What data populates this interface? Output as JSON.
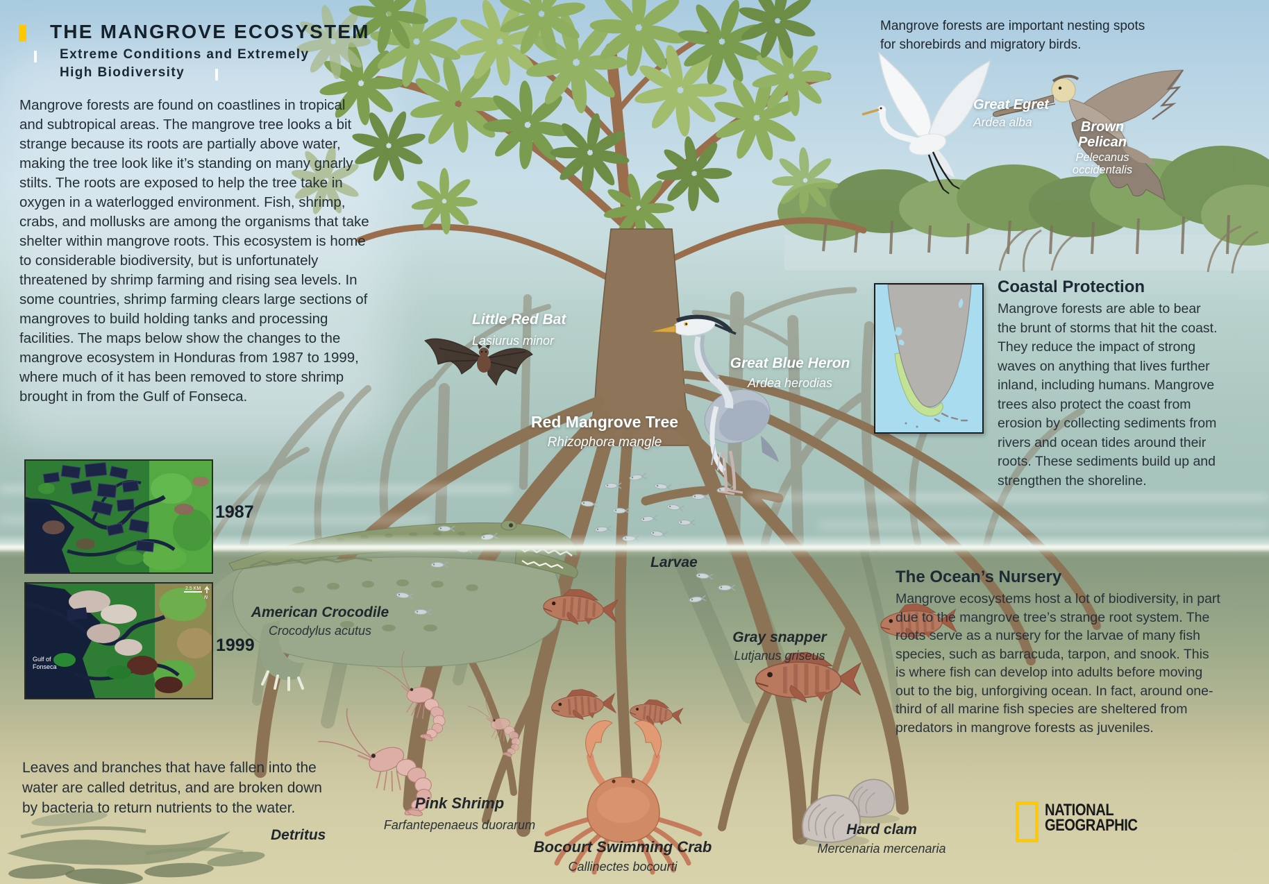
{
  "colors": {
    "accent_yellow": "#FFC800",
    "title_dark": "#15222C",
    "body_text": "#28323A",
    "white_label": "#FFFFFF",
    "water_teal": "#A9C6BF",
    "sand": "#D6D1A8",
    "map_green": "#2E7A33",
    "map_water": "#15203C",
    "florida_sea": "#A9DCEE",
    "florida_land": "#B4B2AE",
    "florida_coast_green": "#C4E296"
  },
  "header": {
    "title": "THE MANGROVE ECOSYSTEM",
    "subtitle_line1": "Extreme Conditions and Extremely",
    "subtitle_line2": "High Biodiversity"
  },
  "intro": "Mangrove forests are found on coastlines in tropical and subtropical areas. The mangrove tree looks a bit strange because its roots are partially above water, making the tree look like it’s standing on many gnarly stilts. The roots are exposed to help the tree take in oxygen in a waterlogged environment. Fish, shrimp, crabs, and mollusks are among the organisms that take shelter within mangrove roots. This ecosystem is home to considerable biodiversity, but is unfortunately threatened by shrimp farming and rising sea levels. In some countries, shrimp farming clears large sections of mangroves to build holding tanks and processing facilities. The maps below show the changes to the mangrove ecosystem in Honduras from 1987 to 1999, where much of it has been removed to store shrimp brought in from the Gulf of Fonseca.",
  "nesting_note": "Mangrove forests are important nesting spots for shorebirds and migratory birds.",
  "sections": {
    "coastal_protection": {
      "title": "Coastal Protection",
      "body": "Mangrove forests are able to bear the brunt of storms that hit the coast. They reduce the impact of strong waves on anything that lives further inland, including humans. Mangrove trees also protect the coast from erosion by collecting sediments from rivers and ocean tides around their roots. These sediments build up and strengthen the shoreline."
    },
    "oceans_nursery": {
      "title": "The Ocean’s Nursery",
      "body": "Mangrove ecosystems host a lot of biodiversity, in part due to the mangrove tree’s strange root system. The roots serve as a nursery for the larvae of many fish species, such as barracuda, tarpon, and snook. This is where fish can develop into adults before moving out to the big, unforgiving ocean. In fact, around one-third of all marine fish species are sheltered from predators in mangrove forests as juveniles."
    }
  },
  "detritus_note": "Leaves and branches that have fallen into the water are called detritus, and are broken down by bacteria to return nutrients to the water.",
  "species": {
    "great_egret": {
      "common": "Great Egret",
      "latin": "Ardea alba"
    },
    "brown_pelican": {
      "common": "Brown Pelican",
      "latin": "Pelecanus occidentalis"
    },
    "little_red_bat": {
      "common": "Little Red Bat",
      "latin": "Lasiurus minor"
    },
    "great_blue_heron": {
      "common": "Great Blue Heron",
      "latin": "Ardea herodias"
    },
    "red_mangrove": {
      "common": "Red Mangrove Tree",
      "latin": "Rhizophora mangle"
    },
    "american_crocodile": {
      "common": "American Crocodile",
      "latin": "Crocodylus acutus"
    },
    "larvae": {
      "common": "Larvae"
    },
    "gray_snapper": {
      "common": "Gray snapper",
      "latin": "Lutjanus griseus"
    },
    "pink_shrimp": {
      "common": "Pink Shrimp",
      "latin": "Farfantepenaeus duorarum"
    },
    "bocourt_crab": {
      "common": "Bocourt Swimming Crab",
      "latin": "Callinectes bocourti"
    },
    "hard_clam": {
      "common": "Hard clam",
      "latin": "Mercenaria mercenaria"
    },
    "detritus": {
      "common": "Detritus"
    }
  },
  "maps": {
    "year_top": "1987",
    "year_bottom": "1999",
    "gulf_line1": "Gulf of",
    "gulf_line2": "Fonseca",
    "scale_label": "2.5 KM",
    "north_label": "N"
  },
  "logo": {
    "line1": "NATIONAL",
    "line2": "GEOGRAPHIC"
  }
}
